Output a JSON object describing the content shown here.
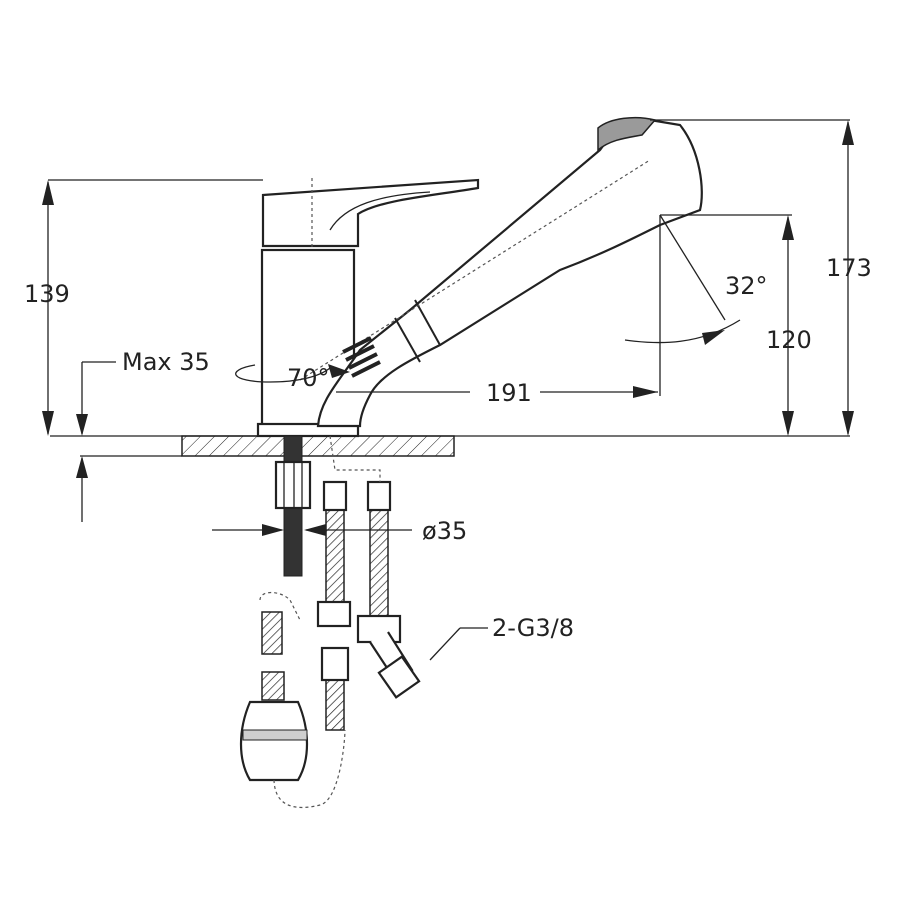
{
  "dimensions": {
    "overall_height": "173",
    "body_height": "139",
    "spout_height": "120",
    "spout_reach": "191",
    "max_deck_thickness": "Max 35",
    "swivel_angle": "70°",
    "spray_angle": "32°",
    "hole_diameter": "ø35",
    "connection_thread": "2-G3/8"
  }
}
